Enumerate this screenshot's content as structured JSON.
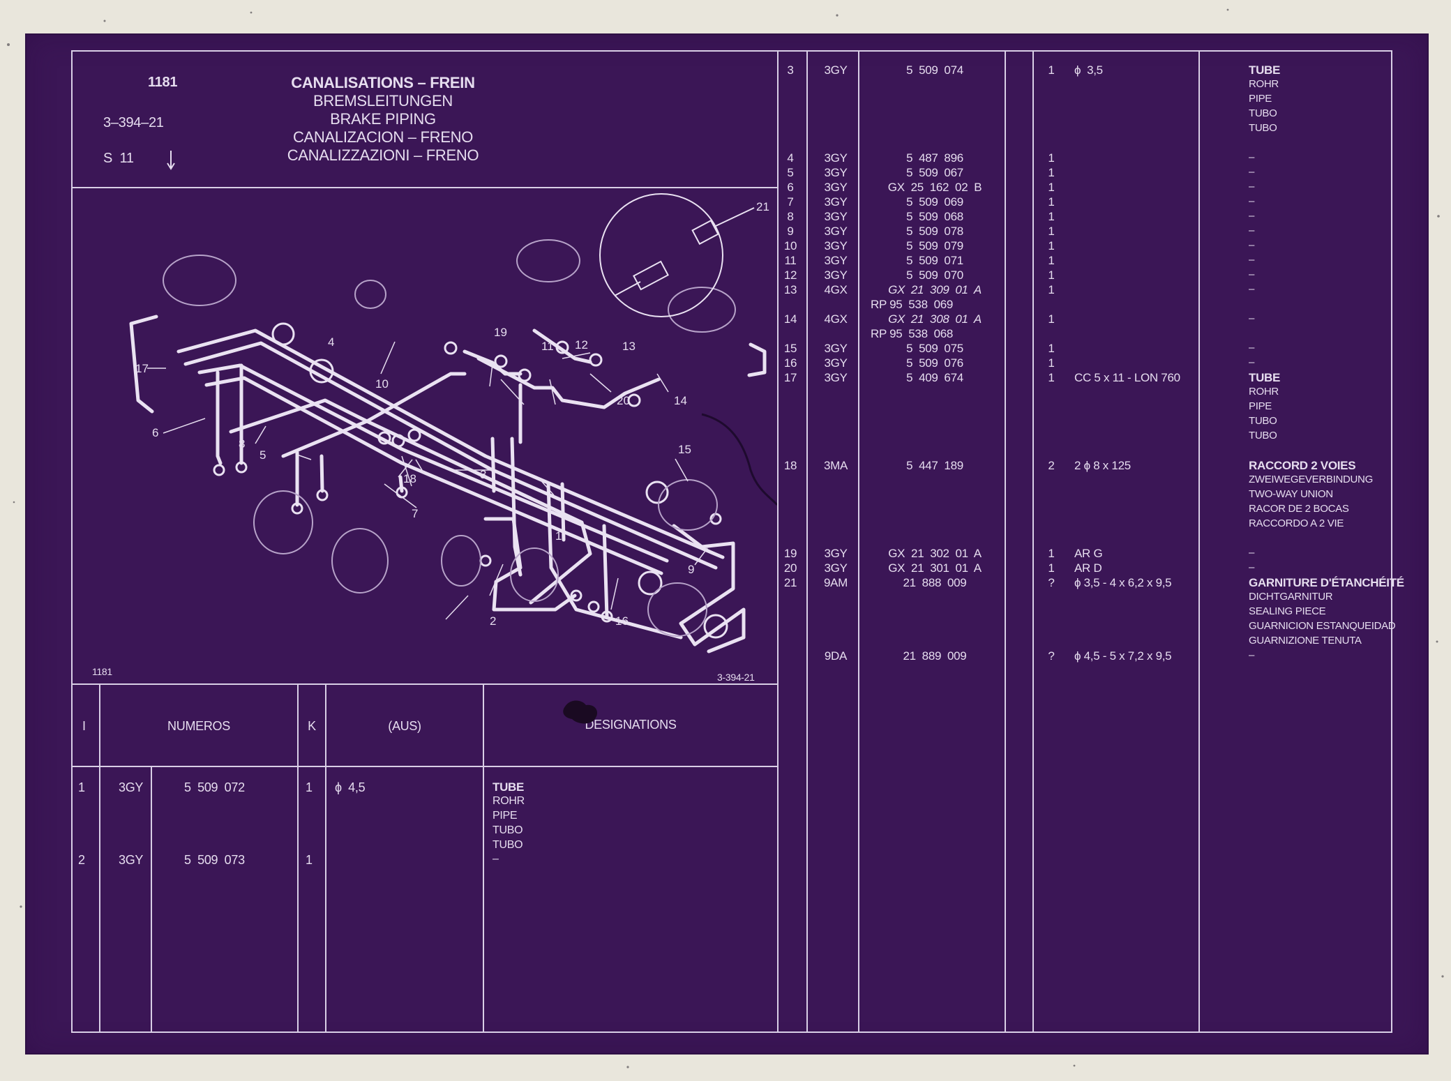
{
  "header": {
    "code": "1181",
    "ref": "3–394–21",
    "sheet": "S  11",
    "titles": [
      "CANALISATIONS – FREIN",
      "BREMSLEITUNGEN",
      "BRAKE PIPING",
      "CANALIZACION – FRENO",
      "CANALIZZAZIONI – FRENO"
    ]
  },
  "diagram": {
    "caption_left": "1181",
    "caption_right": "3-394-21",
    "callouts": [
      "1",
      "2",
      "3",
      "4",
      "5",
      "6",
      "7",
      "8",
      "9",
      "10",
      "11",
      "12",
      "13",
      "14",
      "15",
      "16",
      "17",
      "18",
      "19",
      "20",
      "21"
    ]
  },
  "table_header": {
    "col_i": "I",
    "col_numeros": "NUMEROS",
    "col_k": "K",
    "col_aus": "(AUS)",
    "col_designations": "DESIGNATIONS"
  },
  "left_rows": [
    {
      "i": "1",
      "grp": "3GY",
      "num": "5  509  072",
      "k": "1",
      "aus": "ϕ  4,5",
      "des": [
        "TUBE",
        "ROHR",
        "PIPE",
        "TUBO",
        "TUBO"
      ]
    },
    {
      "i": "2",
      "grp": "3GY",
      "num": "5  509  073",
      "k": "1",
      "aus": "",
      "des": [
        "–"
      ]
    }
  ],
  "right_rows": [
    {
      "i": "3",
      "grp": "3GY",
      "num": "5  509  074",
      "k": "1",
      "aus": "ϕ  3,5",
      "des": [
        "TUBE",
        "ROHR",
        "PIPE",
        "TUBO",
        "TUBO"
      ]
    },
    {
      "i": "4",
      "grp": "3GY",
      "num": "5  487  896",
      "k": "1",
      "aus": "",
      "des": [
        "–"
      ]
    },
    {
      "i": "5",
      "grp": "3GY",
      "num": "5  509  067",
      "k": "1",
      "aus": "",
      "des": [
        "–"
      ]
    },
    {
      "i": "6",
      "grp": "3GY",
      "num": "GX  25  162  02  B",
      "k": "1",
      "aus": "",
      "des": [
        "–"
      ]
    },
    {
      "i": "7",
      "grp": "3GY",
      "num": "5  509  069",
      "k": "1",
      "aus": "",
      "des": [
        "–"
      ]
    },
    {
      "i": "8",
      "grp": "3GY",
      "num": "5  509  068",
      "k": "1",
      "aus": "",
      "des": [
        "–"
      ]
    },
    {
      "i": "9",
      "grp": "3GY",
      "num": "5  509  078",
      "k": "1",
      "aus": "",
      "des": [
        "–"
      ]
    },
    {
      "i": "10",
      "grp": "3GY",
      "num": "5  509  079",
      "k": "1",
      "aus": "",
      "des": [
        "–"
      ]
    },
    {
      "i": "11",
      "grp": "3GY",
      "num": "5  509  071",
      "k": "1",
      "aus": "",
      "des": [
        "–"
      ]
    },
    {
      "i": "12",
      "grp": "3GY",
      "num": "5  509  070",
      "k": "1",
      "aus": "",
      "des": [
        "–"
      ]
    },
    {
      "i": "13",
      "grp": "4GX",
      "num": "GX  21  309  01  A",
      "num2": "RP 95  538  069",
      "k": "1",
      "aus": "",
      "des": [
        "–"
      ]
    },
    {
      "i": "14",
      "grp": "4GX",
      "num": "GX  21  308  01  A",
      "num2": "RP 95  538  068",
      "k": "1",
      "aus": "",
      "des": [
        "–"
      ]
    },
    {
      "i": "15",
      "grp": "3GY",
      "num": "5  509  075",
      "k": "1",
      "aus": "",
      "des": [
        "–"
      ]
    },
    {
      "i": "16",
      "grp": "3GY",
      "num": "5  509  076",
      "k": "1",
      "aus": "",
      "des": [
        "–"
      ]
    },
    {
      "i": "17",
      "grp": "3GY",
      "num": "5  409  674",
      "k": "1",
      "aus": "CC 5 x 11 - LON 760",
      "des": [
        "TUBE",
        "ROHR",
        "PIPE",
        "TUBO",
        "TUBO"
      ]
    },
    {
      "i": "18",
      "grp": "3MA",
      "num": "5  447  189",
      "k": "2",
      "aus": "2 ϕ 8 x 125",
      "des": [
        "RACCORD 2 VOIES",
        "ZWEIWEGEVERBINDUNG",
        "TWO-WAY UNION",
        "RACOR DE 2 BOCAS",
        "RACCORDO A 2 VIE"
      ]
    },
    {
      "i": "19",
      "grp": "3GY",
      "num": "GX  21  302  01  A",
      "k": "1",
      "aus": "AR G",
      "des": [
        "–"
      ]
    },
    {
      "i": "20",
      "grp": "3GY",
      "num": "GX  21  301  01  A",
      "k": "1",
      "aus": "AR D",
      "des": [
        "–"
      ]
    },
    {
      "i": "21",
      "grp": "9AM",
      "num": "21  888  009",
      "k": "?",
      "aus": "ϕ 3,5 - 4 x 6,2 x 9,5",
      "des": [
        "GARNITURE D'ÉTANCHÉITÉ",
        "DICHTGARNITUR",
        "SEALING PIECE",
        "GUARNICION ESTANQUEIDAD",
        "GUARNIZIONE TENUTA"
      ]
    },
    {
      "i": "",
      "grp": "9DA",
      "num": "21  889  009",
      "k": "?",
      "aus": "ϕ 4,5 - 5 x 7,2 x 9,5",
      "des": [
        "–"
      ]
    }
  ],
  "colors": {
    "sheet": "#3b1656",
    "ink": "#e6ddef",
    "surround": "#e9e6dc"
  }
}
